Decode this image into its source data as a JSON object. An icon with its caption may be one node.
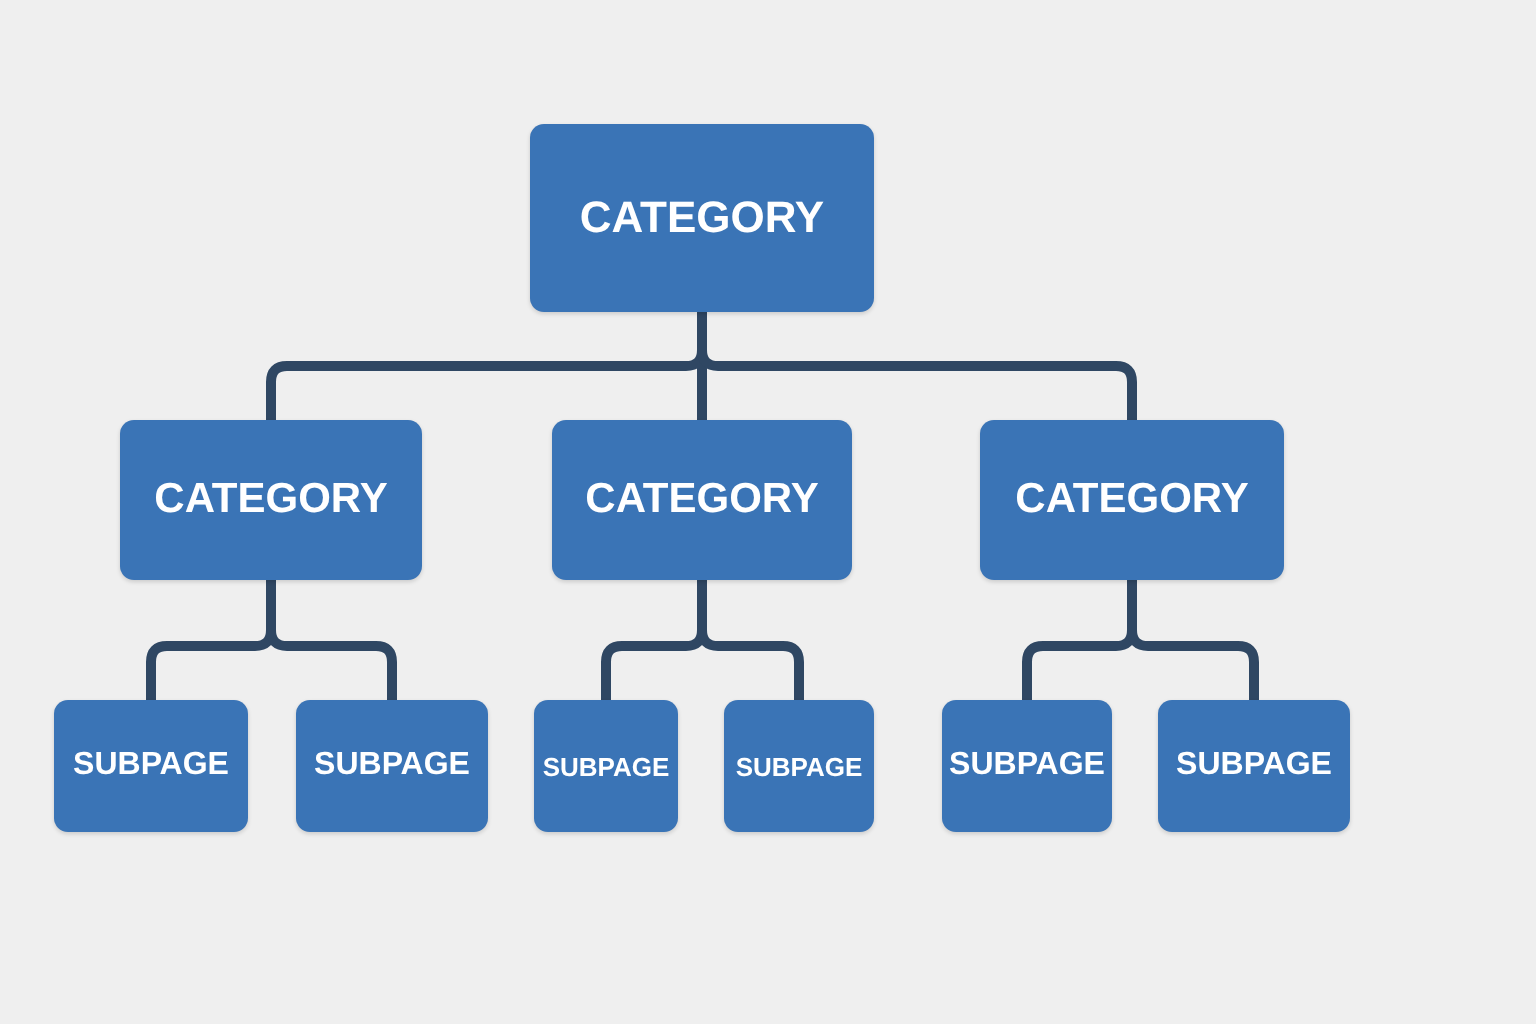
{
  "diagram": {
    "nodes": [
      {
        "text": [
          "CATEGORY"
        ]
      },
      {
        "text": [
          "CATEGORY"
        ]
      },
      {
        "text": [
          "CATEGORY"
        ]
      },
      {
        "text": [
          "CATEGORY"
        ]
      },
      {
        "text": [
          "SUBPAGE"
        ]
      },
      {
        "text": [
          "SUBPAGE"
        ]
      },
      {
        "text": [
          "SUBPAGE"
        ]
      },
      {
        "text": [
          "SUBPAGE"
        ]
      },
      {
        "text": [
          "SUBPAGE"
        ]
      },
      {
        "text": [
          "SUBPAGE"
        ]
      }
    ],
    "edges": [
      {
        "from": 0,
        "to": 1,
        "arrow": "none"
      },
      {
        "from": 0,
        "to": 2,
        "arrow": "none"
      },
      {
        "from": 0,
        "to": 3,
        "arrow": "none"
      },
      {
        "from": 1,
        "to": 4,
        "arrow": "none"
      },
      {
        "from": 1,
        "to": 5,
        "arrow": "none"
      },
      {
        "from": 2,
        "to": 6,
        "arrow": "none"
      },
      {
        "from": 2,
        "to": 7,
        "arrow": "none"
      },
      {
        "from": 3,
        "to": 8,
        "arrow": "none"
      },
      {
        "from": 3,
        "to": 9,
        "arrow": "none"
      }
    ]
  }
}
